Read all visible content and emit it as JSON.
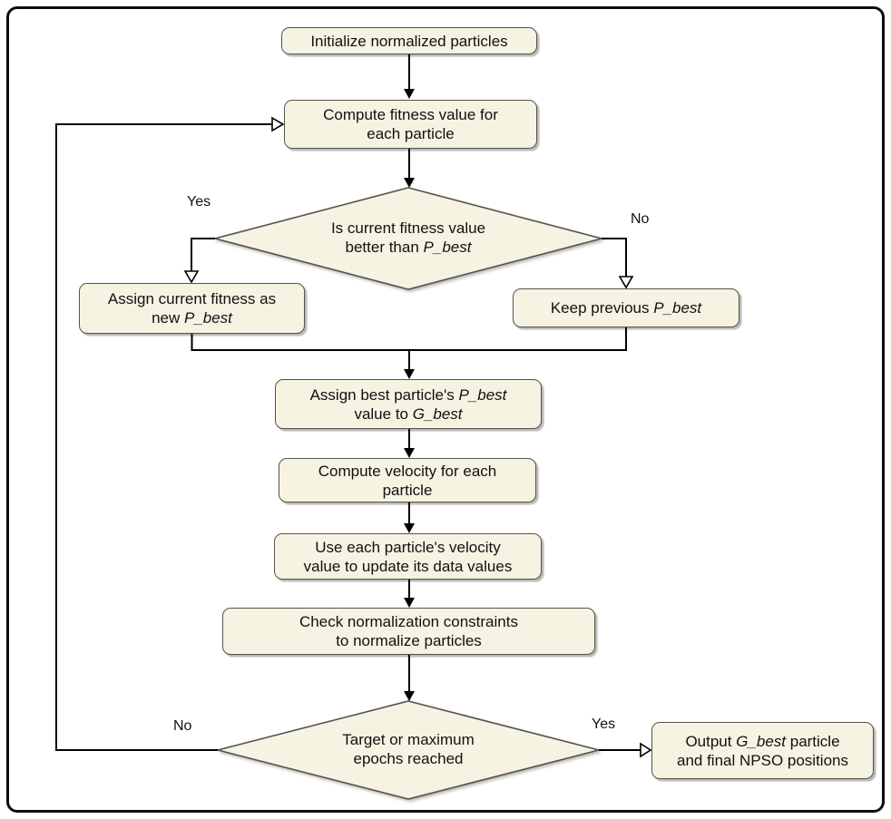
{
  "diagram": {
    "type": "flowchart",
    "description": "NPSO algorithm flowchart",
    "colors": {
      "node_fill": "#f7f3e2",
      "node_border": "#57534b",
      "arrow": "#000000",
      "frame": "#0d0d0d",
      "background": "#ffffff",
      "text": "#111111"
    },
    "nodes": {
      "init": {
        "l1": "Initialize normalized particles"
      },
      "compute_fitness": {
        "l1": "Compute fitness value for",
        "l2": "each particle"
      },
      "decision_fitness": {
        "l1": "Is current fitness value",
        "l2a": "better than ",
        "l2b": "P_best"
      },
      "assign_pbest": {
        "l1": "Assign current fitness as",
        "l2a": "new ",
        "l2b": "P_best"
      },
      "keep_pbest": {
        "l1a": "Keep previous ",
        "l1b": "P_best"
      },
      "assign_gbest": {
        "l1a": "Assign best particle's ",
        "l1b": "P_best",
        "l2a": "value to ",
        "l2b": "G_best"
      },
      "compute_velocity": {
        "l1": "Compute velocity for each",
        "l2": "particle"
      },
      "update_values": {
        "l1": "Use each particle's velocity",
        "l2": "value to update its data values"
      },
      "check_norm": {
        "l1": "Check normalization constraints",
        "l2": "to normalize particles"
      },
      "decision_epochs": {
        "l1": "Target or maximum",
        "l2": "epochs reached"
      },
      "output": {
        "l1a": "Output ",
        "l1b": "G_best",
        "l1c": " particle",
        "l2": "and final NPSO positions"
      }
    },
    "branch_labels": {
      "fitness_yes": "Yes",
      "fitness_no": "No",
      "epochs_no": "No",
      "epochs_yes": "Yes"
    }
  }
}
